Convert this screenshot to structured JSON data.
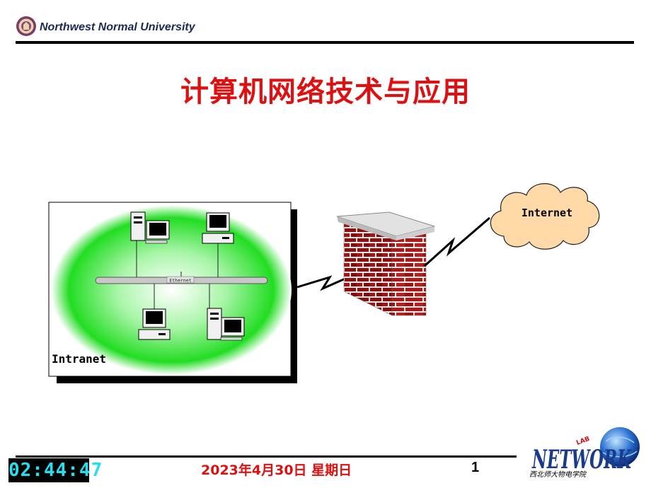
{
  "header": {
    "university": "Northwest Normal University"
  },
  "slide": {
    "title": "计算机网络技术与应用",
    "page_number": "1"
  },
  "diagram": {
    "intranet_label": "Intranet",
    "ethernet_label": "Ethernet",
    "internet_label": "Internet"
  },
  "footer": {
    "clock": "02:44:47",
    "date": "2023年4月30日 星期日",
    "lab_brand": "NETWORK",
    "lab_sub": "西北师大物电学院",
    "lab_tag": "LAB"
  },
  "colors": {
    "title": "#dd1111",
    "date": "#dd1111",
    "intranet_glow": "#22dd22",
    "brick": "#b01818",
    "clock_text": "#22e0f0"
  }
}
